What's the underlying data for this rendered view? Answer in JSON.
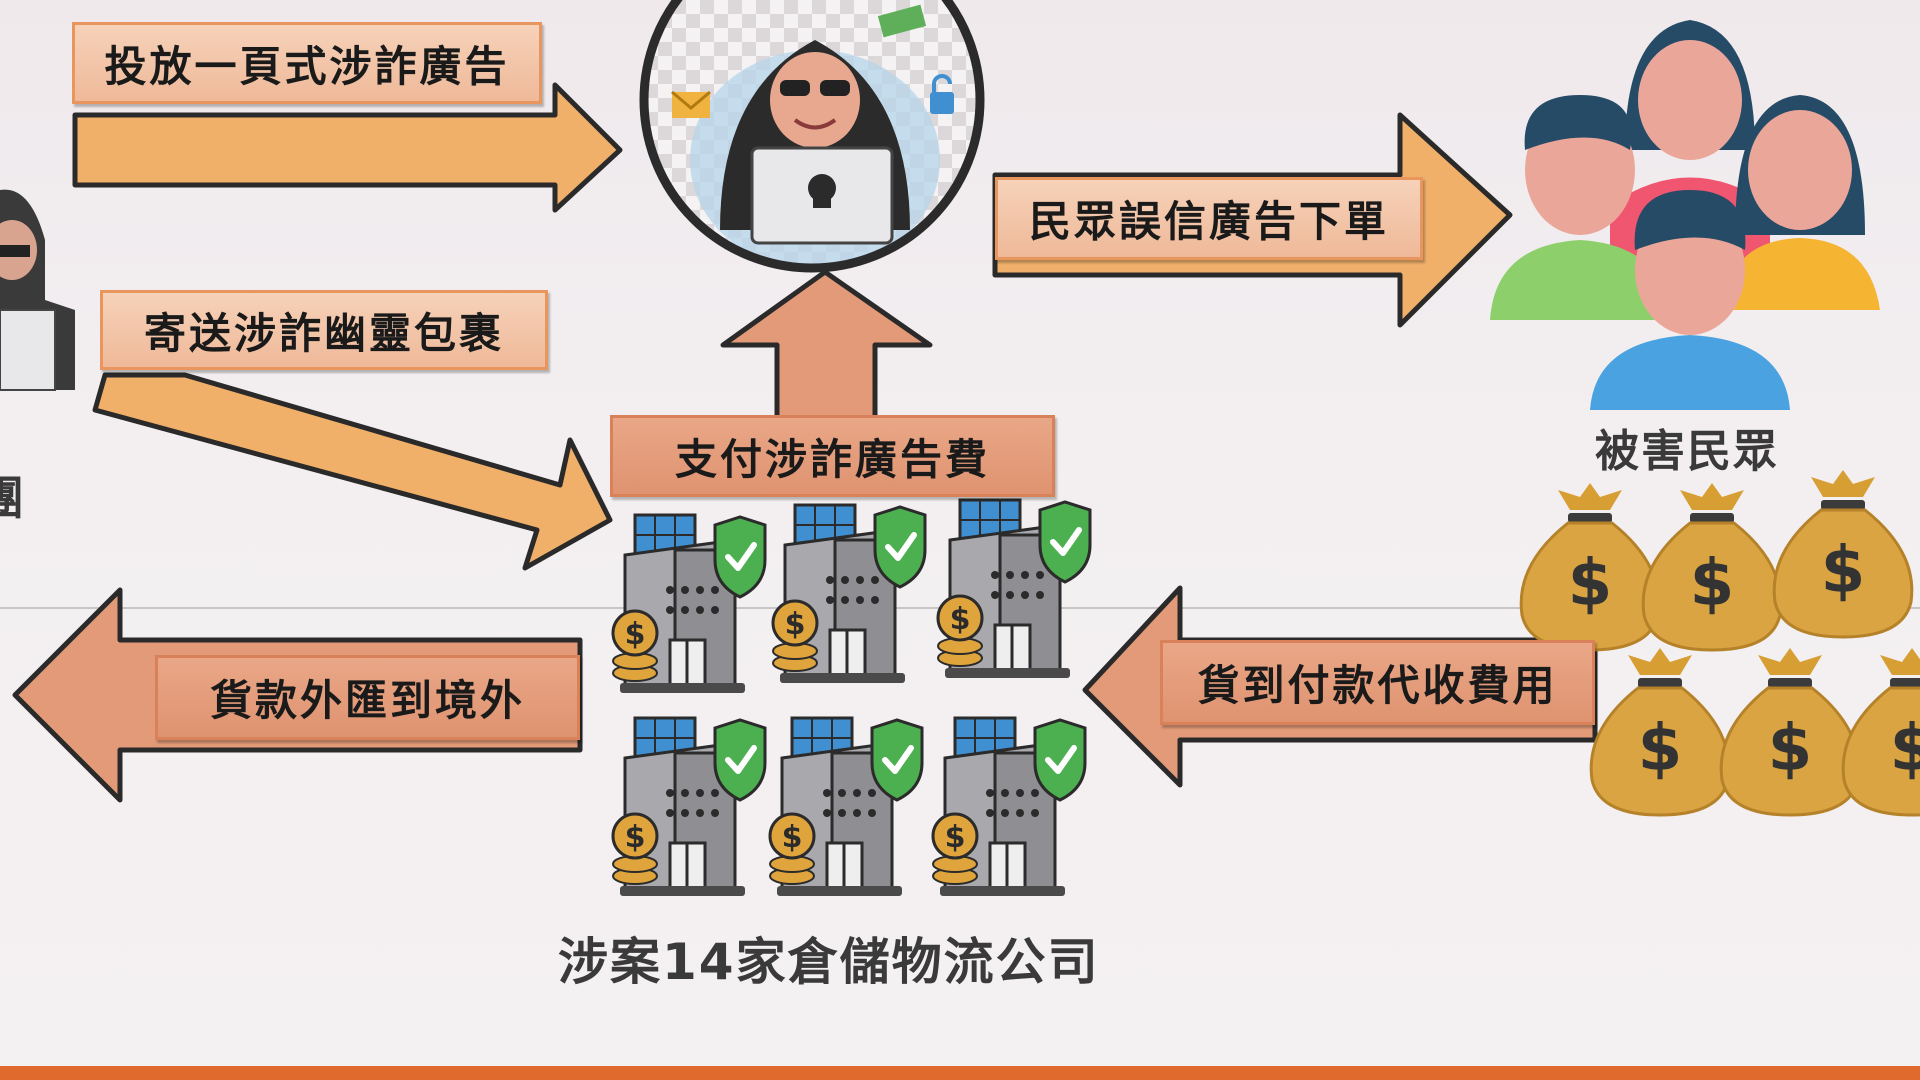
{
  "labels": {
    "ad": "投放一頁式涉詐廣告",
    "ghost_parcel": "寄送涉詐幽靈包裹",
    "public_order": "民眾誤信廣告下單",
    "pay_ad_fee": "支付涉詐廣告費",
    "remit_abroad": "貨款外匯到境外",
    "cod_collect": "貨到付款代收費用",
    "victims": "被害民眾",
    "companies": "涉案14家倉儲物流公司",
    "left_cut": "團"
  },
  "colors": {
    "arrow_orange": "#f0b06a",
    "arrow_salmon": "#e39a78",
    "arrow_outline": "#2a2a2a",
    "label_bg": "#f3c5a8",
    "accent_bottom": "#e06a2e"
  },
  "icons": {
    "hacker": "hacker-icon",
    "victims": "crowd-icon",
    "money": "money-bag-icon",
    "warehouse": "warehouse-building-icon"
  }
}
